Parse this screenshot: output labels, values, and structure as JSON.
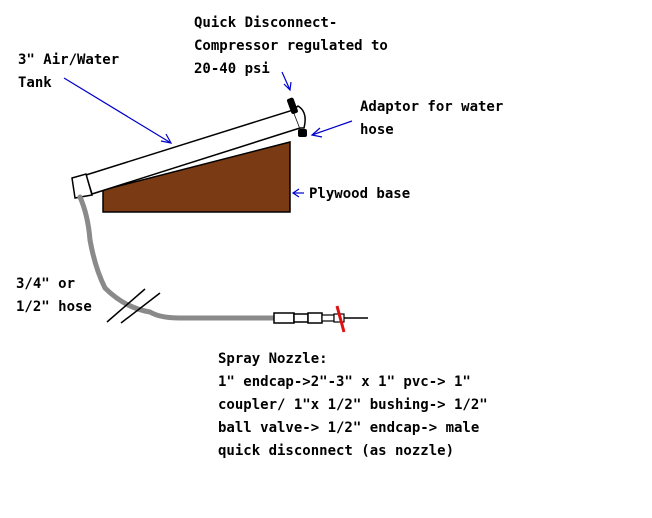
{
  "colors": {
    "background": "#ffffff",
    "outline": "#000000",
    "plywood": "#7a3b14",
    "hose": "#8a8a8a",
    "arrow": "#0000cc",
    "valve_marker": "#e01010"
  },
  "labels": {
    "tank": [
      "3\" Air/Water",
      "Tank"
    ],
    "quick_disconnect": [
      "Quick Disconnect-",
      "Compressor regulated to",
      "20-40 psi"
    ],
    "adaptor": [
      "Adaptor for water",
      "hose"
    ],
    "plywood": [
      "Plywood base"
    ],
    "hose": [
      "3/4\" or",
      "1/2\" hose"
    ],
    "nozzle": [
      "Spray Nozzle:",
      "1\" endcap->2\"-3\" x 1\" pvc-> 1\"",
      "coupler/ 1\"x 1/2\" bushing-> 1/2\"",
      "ball valve-> 1/2\" endcap-> male",
      "quick disconnect (as nozzle)"
    ]
  }
}
